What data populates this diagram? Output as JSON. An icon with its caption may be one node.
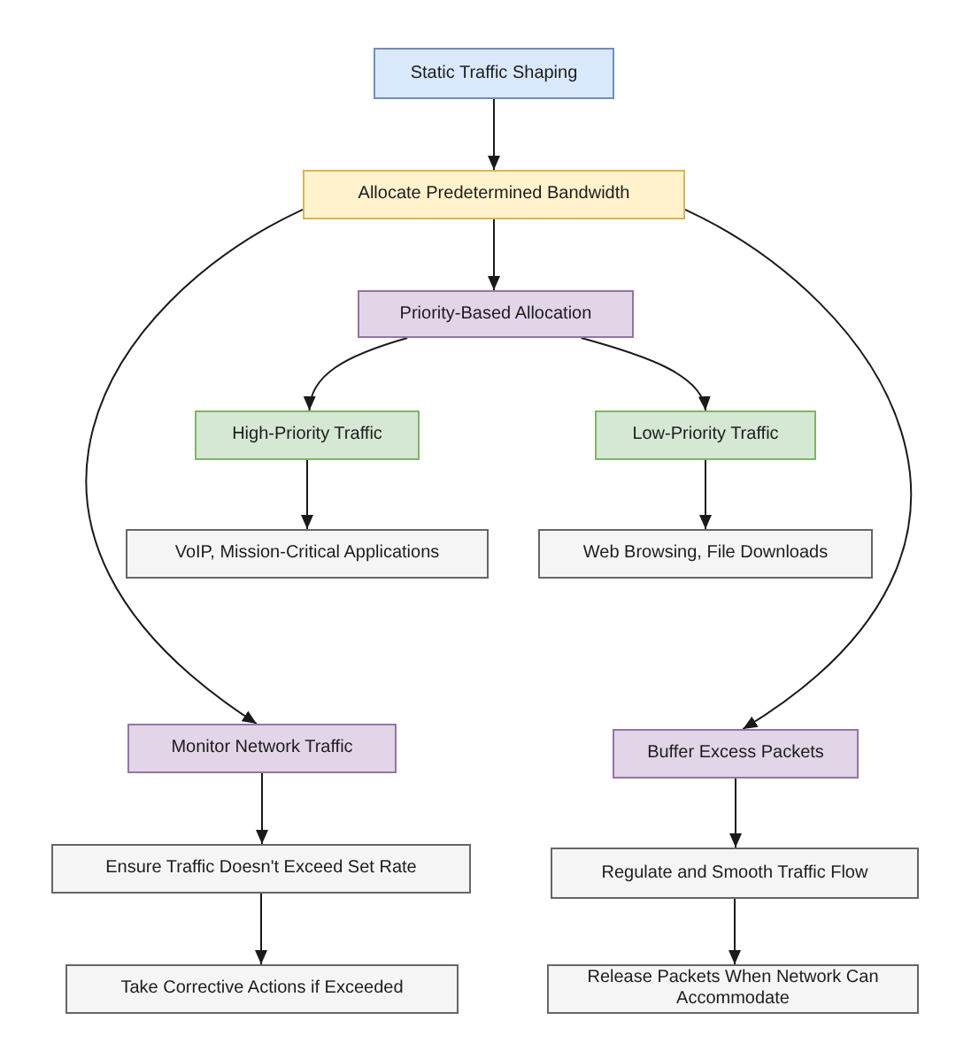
{
  "diagram": {
    "nodes": [
      {
        "text": [
          "Static Traffic Shaping"
        ]
      },
      {
        "text": [
          "Allocate Predetermined Bandwidth"
        ]
      },
      {
        "text": [
          "Priority-Based Allocation"
        ]
      },
      {
        "text": [
          "High-Priority Traffic"
        ]
      },
      {
        "text": [
          "Low-Priority Traffic"
        ]
      },
      {
        "text": [
          "VoIP, Mission-Critical Applications"
        ]
      },
      {
        "text": [
          "Web Browsing, File Downloads"
        ]
      },
      {
        "text": [
          "Monitor Network Traffic"
        ]
      },
      {
        "text": [
          "Ensure Traffic Doesn't Exceed Set Rate"
        ]
      },
      {
        "text": [
          "Take Corrective Actions if Exceeded"
        ]
      },
      {
        "text": [
          "Buffer Excess Packets"
        ]
      },
      {
        "text": [
          "Regulate and Smooth Traffic Flow"
        ]
      },
      {
        "text": [
          "Release Packets When Network Can Accommodate"
        ]
      }
    ],
    "edges": [
      {
        "from": 0,
        "to": 1,
        "arrow": "to"
      },
      {
        "from": 1,
        "to": 2,
        "arrow": "to"
      },
      {
        "from": 1,
        "to": 7,
        "arrow": "to"
      },
      {
        "from": 1,
        "to": 10,
        "arrow": "to"
      },
      {
        "from": 2,
        "to": 3,
        "arrow": "to"
      },
      {
        "from": 2,
        "to": 4,
        "arrow": "to"
      },
      {
        "from": 3,
        "to": 5,
        "arrow": "to"
      },
      {
        "from": 4,
        "to": 6,
        "arrow": "to"
      },
      {
        "from": 7,
        "to": 8,
        "arrow": "to"
      },
      {
        "from": 8,
        "to": 9,
        "arrow": "to"
      },
      {
        "from": 10,
        "to": 11,
        "arrow": "to"
      },
      {
        "from": 11,
        "to": 12,
        "arrow": "to"
      }
    ]
  }
}
